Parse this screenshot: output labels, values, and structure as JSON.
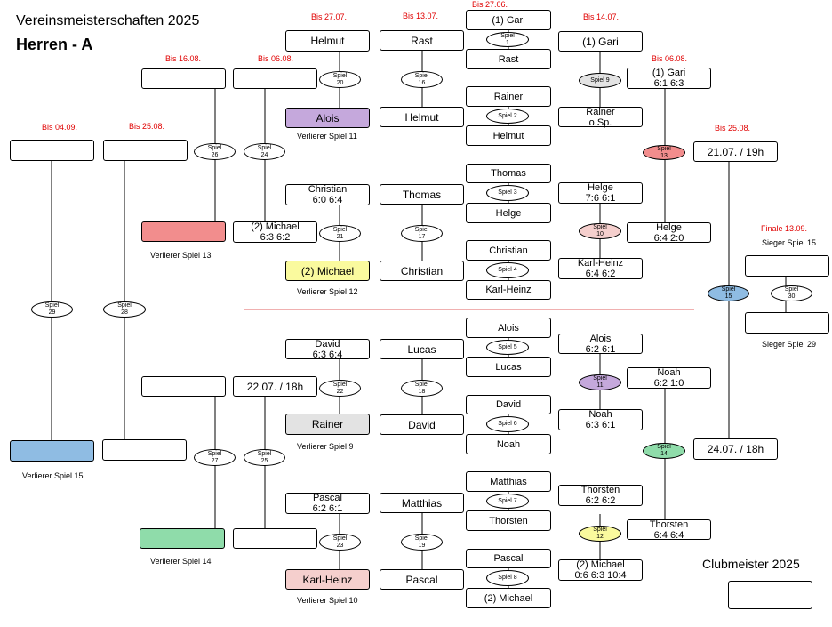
{
  "header": {
    "title": "Vereinsmeisterschaften 2025",
    "subtitle": "Herren - A"
  },
  "deadlines": {
    "r1": "Bis 27.06.",
    "r1b": "Bis 13.07.",
    "r2": "Bis 27.07.",
    "r3": "Bis 14.07.",
    "r4": "Bis 06.08.",
    "r4b": "Bis 06.08.",
    "r5": "Bis 16.08.",
    "r6": "Bis 25.08.",
    "r7": "Bis 04.09.",
    "r8": "Bis 25.08.",
    "final": "Finale 13.09."
  },
  "round1": [
    {
      "p1": "(1) Gari",
      "p2": "Rast",
      "game": "Spiel\n1"
    },
    {
      "p1": "Rainer",
      "p2": "Helmut",
      "game": "Spiel 2"
    },
    {
      "p1": "Thomas",
      "p2": "Helge",
      "game": "Spiel 3"
    },
    {
      "p1": "Christian",
      "p2": "Karl-Heinz",
      "game": "Spiel 4"
    },
    {
      "p1": "Alois",
      "p2": "Lucas",
      "game": "Spiel 5"
    },
    {
      "p1": "David",
      "p2": "Noah",
      "game": "Spiel 6"
    },
    {
      "p1": "Matthias",
      "p2": "Thorsten",
      "game": "Spiel 7"
    },
    {
      "p1": "Pascal",
      "p2": "(2) Michael",
      "game": "Spiel 8"
    }
  ],
  "round2": [
    {
      "p1": "(1) Gari",
      "p2": "Rainer\no.Sp.",
      "game": "Spiel 9",
      "color": "#e3e3e3"
    },
    {
      "p1": "Helge\n7:6 6:1",
      "p2": "Karl-Heinz\n6:4 6:2",
      "game": "Spiel\n10",
      "color": "#f5cfcd"
    },
    {
      "p1": "Alois\n6:2 6:1",
      "p2": "Noah\n6:3 6:1",
      "game": "Spiel\n11",
      "color": "#c5a8dc"
    },
    {
      "p1": "Thorsten\n6:2 6:2",
      "p2": "(2) Michael\n0:6 6:3 10:4",
      "game": "Spiel\n12",
      "color": "#fafa9e"
    }
  ],
  "round3": [
    {
      "p1": "(1) Gari\n6:1 6:3",
      "p2": "Helge\n6:4 2:0",
      "game": "Spiel\n13",
      "color": "#f28d8d"
    },
    {
      "p1": "Noah\n6:2 1:0",
      "p2": "Thorsten\n6:4 6:4",
      "game": "Spiel\n14",
      "color": "#8fdcaa"
    }
  ],
  "semifinal": {
    "p1": "21.07. / 19h",
    "p2": "24.07. / 18h",
    "game": "Spiel\n15",
    "color": "#8fbce3"
  },
  "final": {
    "p1": "",
    "p2": "",
    "game": "Spiel\n30",
    "label_top": "Sieger Spiel 15",
    "label_bottom": "Sieger Spiel 29"
  },
  "champion": {
    "label": "Clubmeister 2025",
    "value": ""
  },
  "consolation_a": [
    {
      "p1": "Rast",
      "p2": "Helmut",
      "game": "Spiel\n16"
    },
    {
      "p1": "Thomas",
      "p2": "Christian",
      "game": "Spiel\n17"
    },
    {
      "p1": "Lucas",
      "p2": "David",
      "game": "Spiel\n18"
    },
    {
      "p1": "Matthias",
      "p2": "Pascal",
      "game": "Spiel\n19"
    }
  ],
  "consolation_b": [
    {
      "p1": "Helmut",
      "p2": "Alois",
      "game": "Spiel\n20",
      "note": "Verlierer Spiel 11"
    },
    {
      "p1": "Christian\n6:0 6:4",
      "p2": "(2) Michael",
      "game": "Spiel\n21",
      "note": "Verlierer Spiel 12"
    },
    {
      "p1": "David\n6:3 6:4",
      "p2": "Rainer",
      "game": "Spiel\n22",
      "note": "Verlierer Spiel  9"
    },
    {
      "p1": "Pascal\n6:2 6:1",
      "p2": "Karl-Heinz",
      "game": "Spiel\n23",
      "note": "Verlierer Spiel 10"
    }
  ],
  "consolation_c": [
    {
      "p1": "",
      "p2": "(2) Michael\n6:3 6:2",
      "game": "Spiel\n24"
    },
    {
      "p1": "22.07. / 18h",
      "p2": "",
      "game": "Spiel\n25"
    }
  ],
  "consolation_d": [
    {
      "p1": "",
      "p2": "",
      "game": "Spiel\n26",
      "note": "Verlierer Spiel 13"
    },
    {
      "p1": "",
      "p2": "",
      "game": "Spiel\n27",
      "note": "Verlierer Spiel 14"
    }
  ],
  "consolation_e": [
    {
      "p1": "",
      "p2": "",
      "game": "Spiel\n28"
    },
    {
      "p1": "",
      "p2": "",
      "game": "Spiel\n29",
      "note": "Verlierer Spiel 15"
    }
  ],
  "colors": {
    "deadline": "#e00000",
    "divider": "#e06060",
    "game9": "#e3e3e3",
    "game10": "#f5cfcd",
    "game11": "#c5a8dc",
    "game12": "#fafa9e",
    "game13": "#f28d8d",
    "game14": "#8fdcaa",
    "game15": "#8fbce3"
  }
}
